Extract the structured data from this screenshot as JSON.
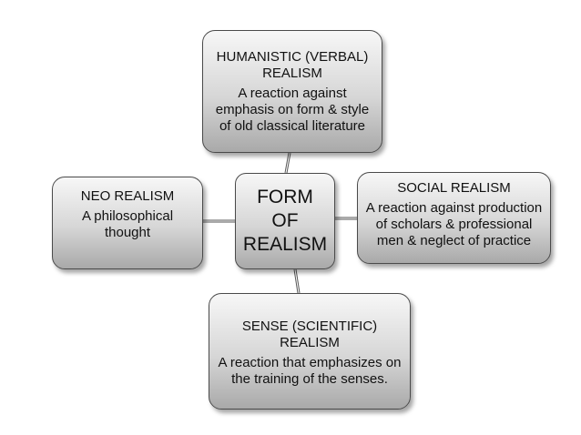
{
  "diagram": {
    "center": {
      "title": "FORM OF REALISM"
    },
    "nodes": [
      {
        "id": "humanistic",
        "title": "HUMANISTIC (VERBAL) REALISM",
        "description": "A reaction against emphasis  on form & style of old classical literature"
      },
      {
        "id": "social",
        "title": "SOCIAL REALISM",
        "description": "A reaction against production of scholars & professional men  & neglect of practice"
      },
      {
        "id": "neo",
        "title": "NEO REALISM",
        "description": "A philosophical thought"
      },
      {
        "id": "sense",
        "title": "SENSE (SCIENTIFIC) REALISM",
        "description": "A  reaction that emphasizes on the training of the senses."
      }
    ]
  },
  "colors": {
    "border": "#4a4a4a",
    "fill_top": "#f7f7f7",
    "fill_bottom": "#a9a9a9",
    "connector": "#555555"
  }
}
